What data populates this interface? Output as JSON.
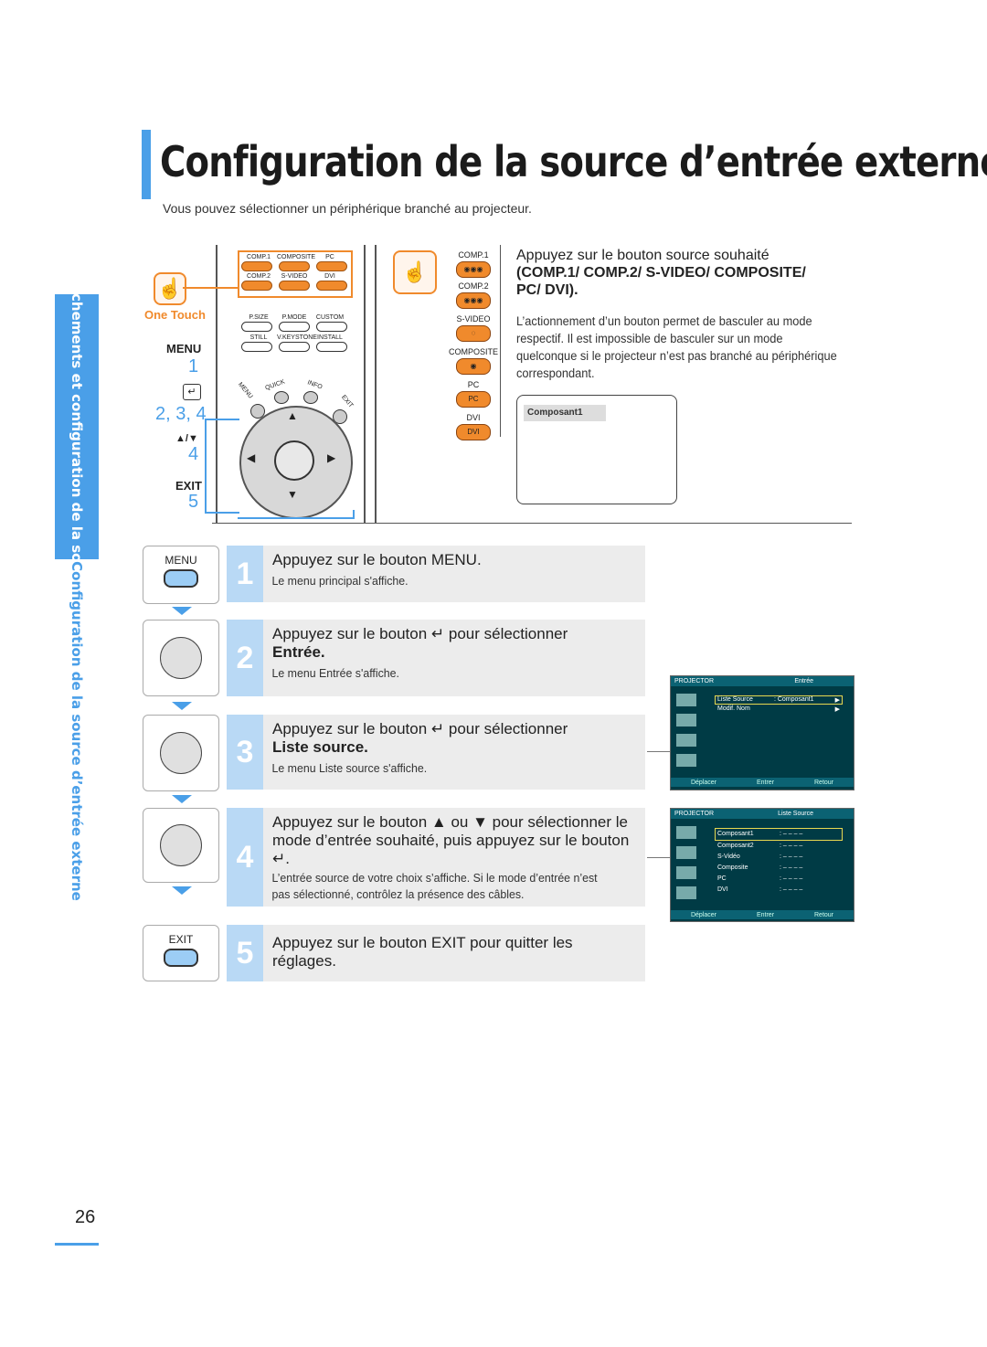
{
  "header": {
    "title": "Configuration de la source d’entrée externe",
    "subtitle": "Vous pouvez sélectionner un périphérique branché au projecteur."
  },
  "sidebar": {
    "tab_text": "Branchements et configuration de la source",
    "section_text": "Configuration de la source d’entrée externe"
  },
  "remote": {
    "one_touch": "One Touch",
    "menu_label": "MENU",
    "menu_num": "1",
    "enter_num": "2, 3, 4",
    "updown_label": "▲/▼",
    "updown_num": "4",
    "exit_label": "EXIT",
    "exit_num": "5",
    "buttons_row1": [
      "COMP.1",
      "COMPOSITE",
      "PC"
    ],
    "buttons_row2": [
      "COMP.2",
      "S-VIDEO",
      "DVI"
    ],
    "buttons_row3": [
      "P.SIZE",
      "P.MODE",
      "CUSTOM"
    ],
    "buttons_row4": [
      "STILL",
      "V.KEYSTONE",
      "INSTALL"
    ],
    "round_labels": [
      "MENU",
      "QUICK",
      "INFO",
      "EXIT"
    ]
  },
  "source_panel": {
    "buttons": [
      "COMP.1",
      "COMP.2",
      "S-VIDEO",
      "COMPOSITE",
      "PC",
      "DVI"
    ],
    "line1": "Appuyez sur le bouton source souhaité",
    "line2": "(COMP.1/ COMP.2/ S-VIDEO/ COMPOSITE/",
    "line3": "PC/ DVI).",
    "description": "L’actionnement d’un bouton permet de basculer au mode respectif. Il est impossible de basculer sur un mode quelconque si le projecteur n’est pas branché au périphérique correspondant.",
    "screen_label": "Composant1"
  },
  "steps": [
    {
      "num": "1",
      "icon": "MENU",
      "main": "Appuyez sur le bouton MENU.",
      "sub": "Le menu principal s'affiche."
    },
    {
      "num": "2",
      "main": "Appuyez sur le bouton ↵ pour sélectionner",
      "main2": "Entrée.",
      "sub": "Le menu Entrée s'affiche."
    },
    {
      "num": "3",
      "main": "Appuyez sur le bouton ↵ pour sélectionner",
      "main2": "Liste source.",
      "sub": "Le menu Liste source s'affiche."
    },
    {
      "num": "4",
      "main": "Appuyez sur le bouton ▲ ou ▼ pour sélectionner le mode d’entrée souhaité, puis appuyez sur le bouton ↵.",
      "sub": "L’entrée source de votre choix s’affiche. Si le mode d’entrée n’est pas sélectionné, contrôlez la présence des câbles."
    },
    {
      "num": "5",
      "icon": "EXIT",
      "main": "Appuyez sur le bouton EXIT pour quitter les réglages."
    }
  ],
  "osd1": {
    "brand": "PROJECTOR",
    "title": "Entrée",
    "rows": [
      {
        "label": "Liste Source",
        "value": ": Composant1",
        "arrow": "▶"
      },
      {
        "label": "Modif. Nom",
        "value": "",
        "arrow": "▶"
      }
    ],
    "footer": [
      "Déplacer",
      "Entrer",
      "Retour"
    ]
  },
  "osd2": {
    "brand": "PROJECTOR",
    "title": "Liste Source",
    "rows": [
      {
        "label": "Composant1",
        "value": ": – – – –"
      },
      {
        "label": "Composant2",
        "value": ": – – – –"
      },
      {
        "label": "S-Vidéo",
        "value": ": – – – –"
      },
      {
        "label": "Composite",
        "value": ": – – – –"
      },
      {
        "label": "PC",
        "value": ": – – – –"
      },
      {
        "label": "DVI",
        "value": ": – – – –"
      }
    ],
    "footer": [
      "Déplacer",
      "Entrer",
      "Retour"
    ]
  },
  "footer": {
    "page_number": "26"
  }
}
